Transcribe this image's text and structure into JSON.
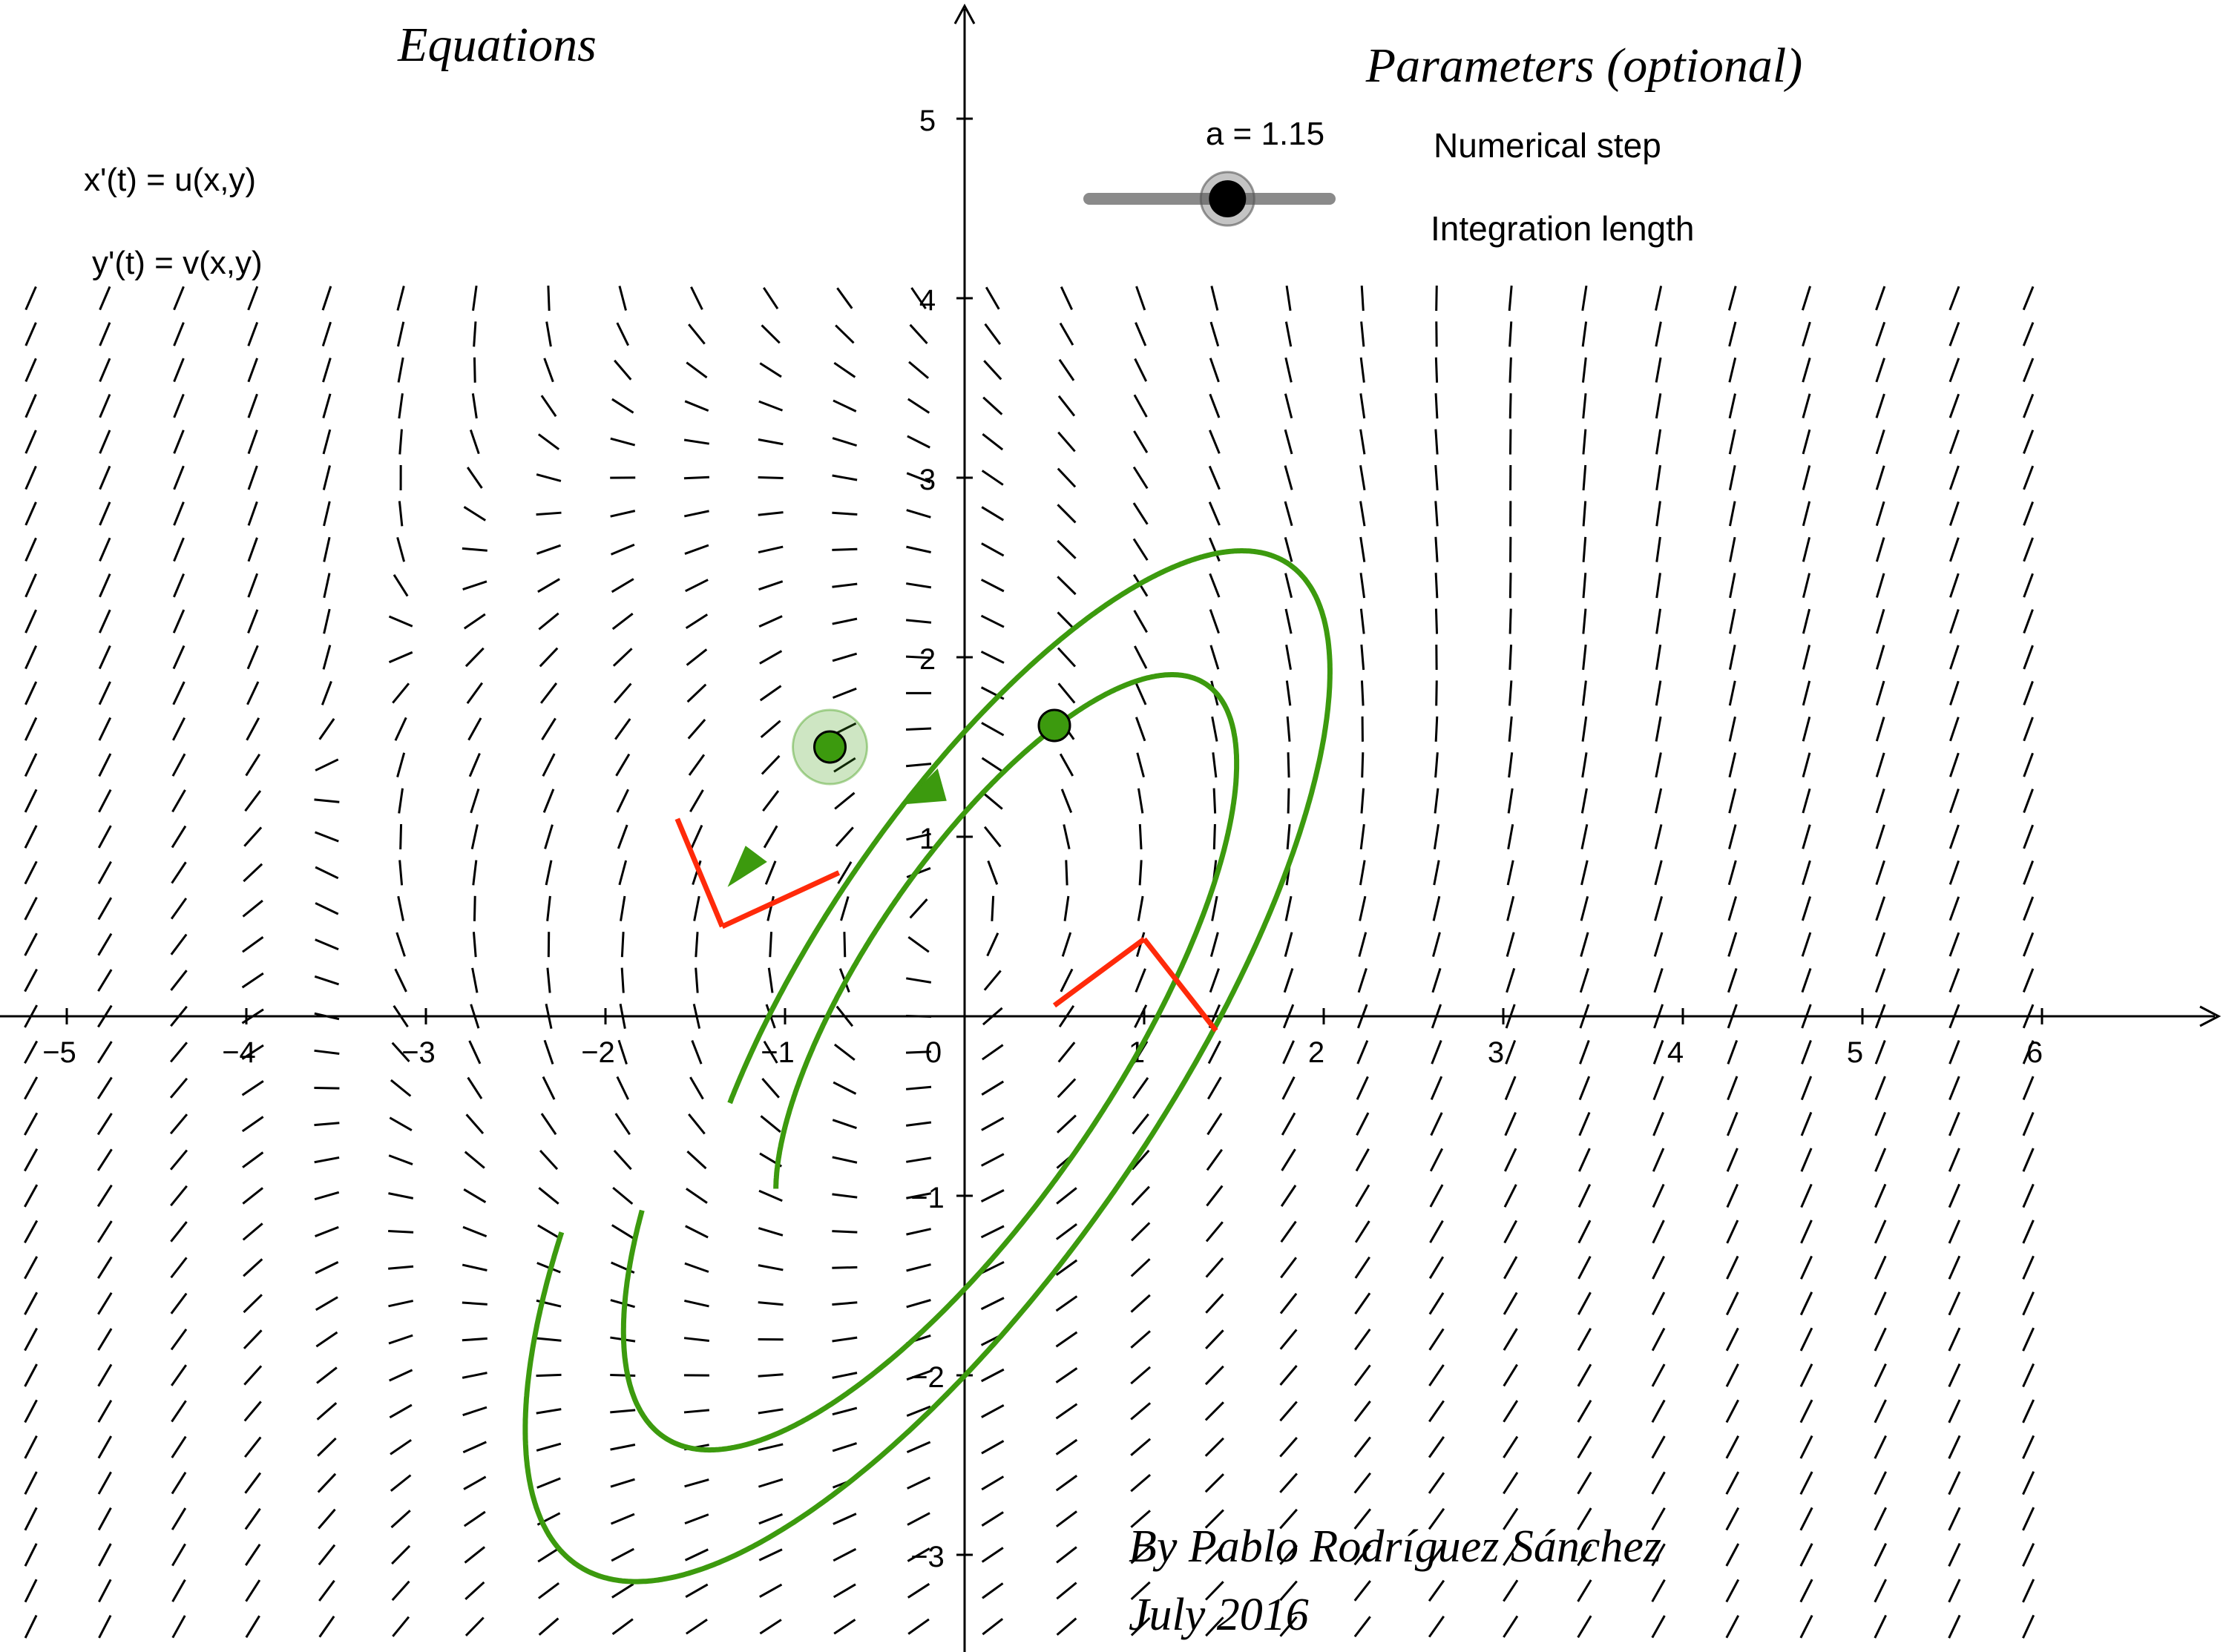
{
  "headings": {
    "equations": "Equations",
    "parameters": "Parameters (optional)"
  },
  "equations": {
    "x_eq": "x'(t) = u(x,y)",
    "y_eq": "y'(t) = v(x,y)"
  },
  "parameter": {
    "label": "a = 1.15",
    "value": 1.15,
    "min": 0,
    "max": 2
  },
  "options": {
    "numerical_step": "Numerical step",
    "integration_length": "Integration length"
  },
  "credits": {
    "author": "By Pablo Rodríguez Sánchez",
    "date": "July 2016"
  },
  "axes": {
    "x_range": [
      -5.4,
      7.0
    ],
    "y_range": [
      -3.5,
      5.6
    ],
    "x_ticks": [
      -5,
      -4,
      -3,
      -2,
      -1,
      0,
      1,
      2,
      3,
      4,
      5,
      6
    ],
    "y_ticks": [
      -3,
      -2,
      -1,
      1,
      2,
      3,
      4,
      5
    ],
    "x_tick_labels": [
      "−5",
      "−4",
      "−3",
      "−2",
      "−1",
      "0",
      "1",
      "2",
      "3",
      "4",
      "5",
      "6"
    ],
    "y_tick_labels": [
      "−3",
      "−2",
      "−1",
      "1",
      "2",
      "3",
      "4",
      "5"
    ]
  },
  "colors": {
    "trajectory": "#3c9a0e",
    "point_fill": "#3c9a0e",
    "eigen": "#ff2a0a",
    "field": "#000000",
    "axis": "#000000",
    "slider_track": "#8a8a8a"
  },
  "field": {
    "x_from": -5.2,
    "x_to": 6.0,
    "x_step": 0.412,
    "y_from": -3.4,
    "y_to": 4.0,
    "y_step": 0.2
  },
  "points": [
    {
      "name": "start-point-a",
      "x": -0.75,
      "y": 1.5,
      "halo": true
    },
    {
      "name": "start-point-b",
      "x": 0.5,
      "y": 1.62,
      "halo": false
    }
  ],
  "eigen_lines": [
    {
      "name": "eigen-marker-left",
      "segments": [
        [
          [
            -1.6,
            1.1
          ],
          [
            -1.35,
            0.5
          ]
        ],
        [
          [
            -1.35,
            0.5
          ],
          [
            -0.7,
            0.8
          ]
        ]
      ]
    },
    {
      "name": "eigen-marker-right",
      "segments": [
        [
          [
            0.5,
            0.06
          ],
          [
            1.0,
            0.43
          ]
        ],
        [
          [
            1.0,
            0.43
          ],
          [
            1.4,
            -0.08
          ]
        ]
      ]
    }
  ]
}
